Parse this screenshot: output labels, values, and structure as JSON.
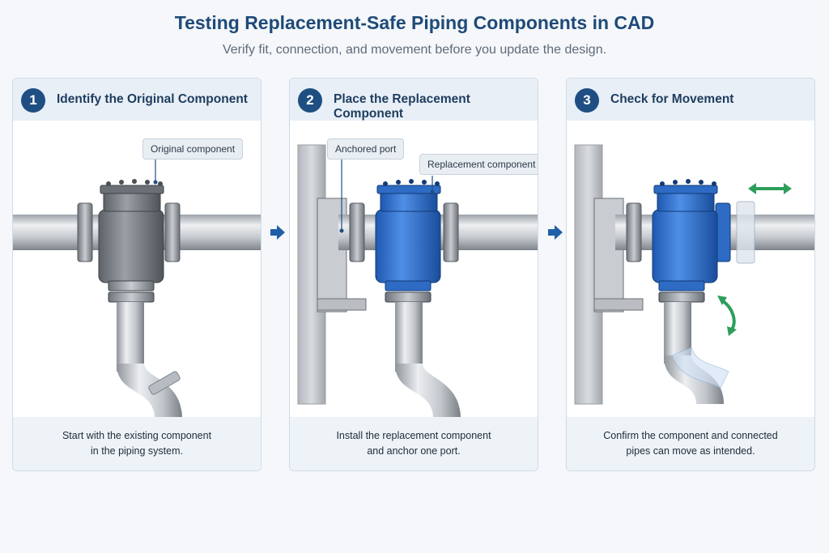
{
  "title": "Testing Replacement-Safe Piping Components in CAD",
  "subtitle": "Verify fit, connection, and movement before you update the design.",
  "colors": {
    "brand": "#1f4f82",
    "replacement": "#3b7bd6",
    "original": "#8a8f96",
    "movement": "#2e9e5b"
  },
  "panels": [
    {
      "number": "1",
      "title": "Identify the Original Component",
      "callout": "Original component",
      "caption_line1": "Start with the existing component",
      "caption_line2": "in the piping system."
    },
    {
      "number": "2",
      "title": "Place the Replacement Component",
      "callout_anchor": "Anchored port",
      "callout_replacement": "Replacement component",
      "caption_line1": "Install the replacement component",
      "caption_line2": "and anchor one port."
    },
    {
      "number": "3",
      "title": "Check for Movement",
      "caption_line1": "Confirm the component and connected",
      "caption_line2": "pipes can move as intended."
    }
  ],
  "icons": [
    "step-arrow-icon",
    "horizontal-movement-arrow-icon",
    "rotation-arrow-icon"
  ]
}
